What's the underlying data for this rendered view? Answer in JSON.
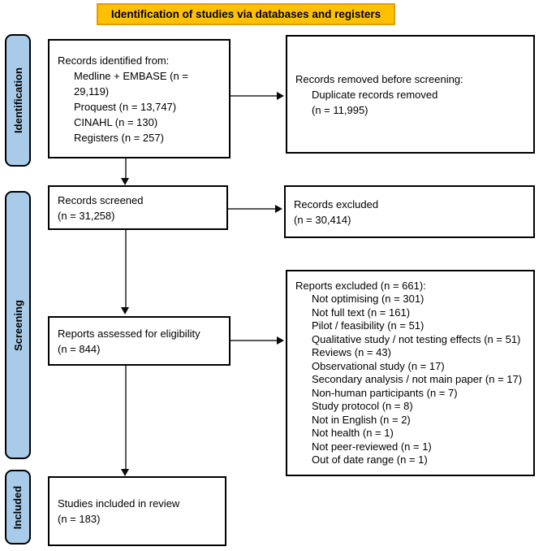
{
  "banner": {
    "label": "Identification of studies via databases and registers"
  },
  "stages": [
    {
      "label": "Identification"
    },
    {
      "label": "Screening"
    },
    {
      "label": "Included"
    }
  ],
  "colors": {
    "banner_fill": "#FFC000",
    "banner_border": "#E09E00",
    "stage_fill": "#A8CBEA",
    "box_border": "#000000",
    "arrow_line": "#595959",
    "arrow_head": "#0a0a0a"
  },
  "boxes": {
    "records_identified": {
      "lines": [
        {
          "t": "Records identified from:",
          "indent": 0
        },
        {
          "t": "Medline + EMBASE (n =",
          "indent": 1
        },
        {
          "t": "29,119)",
          "indent": 1
        },
        {
          "t": "Proquest (n = 13,747)",
          "indent": 1
        },
        {
          "t": "CINAHL (n = 130)",
          "indent": 1
        },
        {
          "t": "Registers (n = 257)",
          "indent": 1
        }
      ]
    },
    "records_removed": {
      "lines": [
        {
          "t": "Records removed before screening:",
          "indent": 0
        },
        {
          "t": "Duplicate records removed",
          "indent": 1
        },
        {
          "t": "(n = 11,995)",
          "indent": 1
        }
      ]
    },
    "records_screened": {
      "lines": [
        {
          "t": "Records screened",
          "indent": 0
        },
        {
          "t": "(n = 31,258)",
          "indent": 0
        }
      ]
    },
    "records_excluded": {
      "lines": [
        {
          "t": "Records excluded",
          "indent": 0
        },
        {
          "t": "(n = 30,414)",
          "indent": 0
        }
      ]
    },
    "reports_assessed": {
      "lines": [
        {
          "t": "Reports assessed for eligibility",
          "indent": 0
        },
        {
          "t": "(n = 844)",
          "indent": 0
        }
      ]
    },
    "reports_excluded": {
      "lines": [
        {
          "t": "Reports excluded (n = 661):",
          "indent": 0
        },
        {
          "t": "Not optimising (n = 301)",
          "indent": 1
        },
        {
          "t": "Not full text (n = 161)",
          "indent": 1
        },
        {
          "t": "Pilot / feasibility (n = 51)",
          "indent": 1
        },
        {
          "t": "Qualitative study / not testing effects (n = 51)",
          "indent": 1
        },
        {
          "t": "Reviews (n = 43)",
          "indent": 1
        },
        {
          "t": "Observational study (n = 17)",
          "indent": 1
        },
        {
          "t": "Secondary analysis / not main paper (n = 17)",
          "indent": 1
        },
        {
          "t": "Non-human participants (n = 7)",
          "indent": 1
        },
        {
          "t": "Study protocol (n = 8)",
          "indent": 1
        },
        {
          "t": "Not in English (n = 2)",
          "indent": 1
        },
        {
          "t": "Not health (n = 1)",
          "indent": 1
        },
        {
          "t": "Not peer-reviewed (n = 1)",
          "indent": 1
        },
        {
          "t": "Out of date range (n = 1)",
          "indent": 1
        }
      ]
    },
    "studies_included": {
      "lines": [
        {
          "t": "Studies included in review",
          "indent": 0
        },
        {
          "t": "(n = 183)",
          "indent": 0
        }
      ]
    }
  }
}
